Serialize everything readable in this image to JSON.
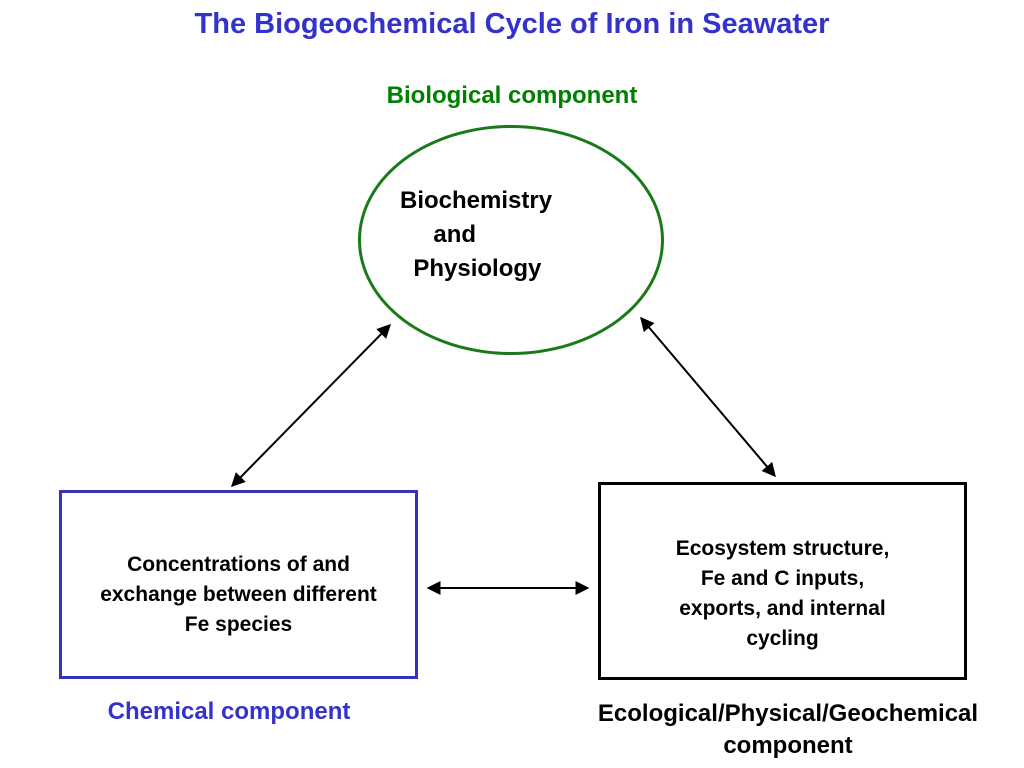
{
  "title": "The Biogeochemical Cycle of Iron in Seawater",
  "biological": {
    "label": "Biological component",
    "text": "Biochemistry\n     and\n  Physiology"
  },
  "chemical": {
    "label": "Chemical component",
    "text": "Concentrations of and\nexchange between different\nFe species"
  },
  "ecological": {
    "label": "Ecological/Physical/Geochemical\ncomponent",
    "text": "Ecosystem structure,\nFe and C inputs,\nexports, and internal\ncycling"
  },
  "colors": {
    "title": "#3333cc",
    "biological": "#008000",
    "chemical": "#3333cc",
    "ecological": "#000000"
  }
}
